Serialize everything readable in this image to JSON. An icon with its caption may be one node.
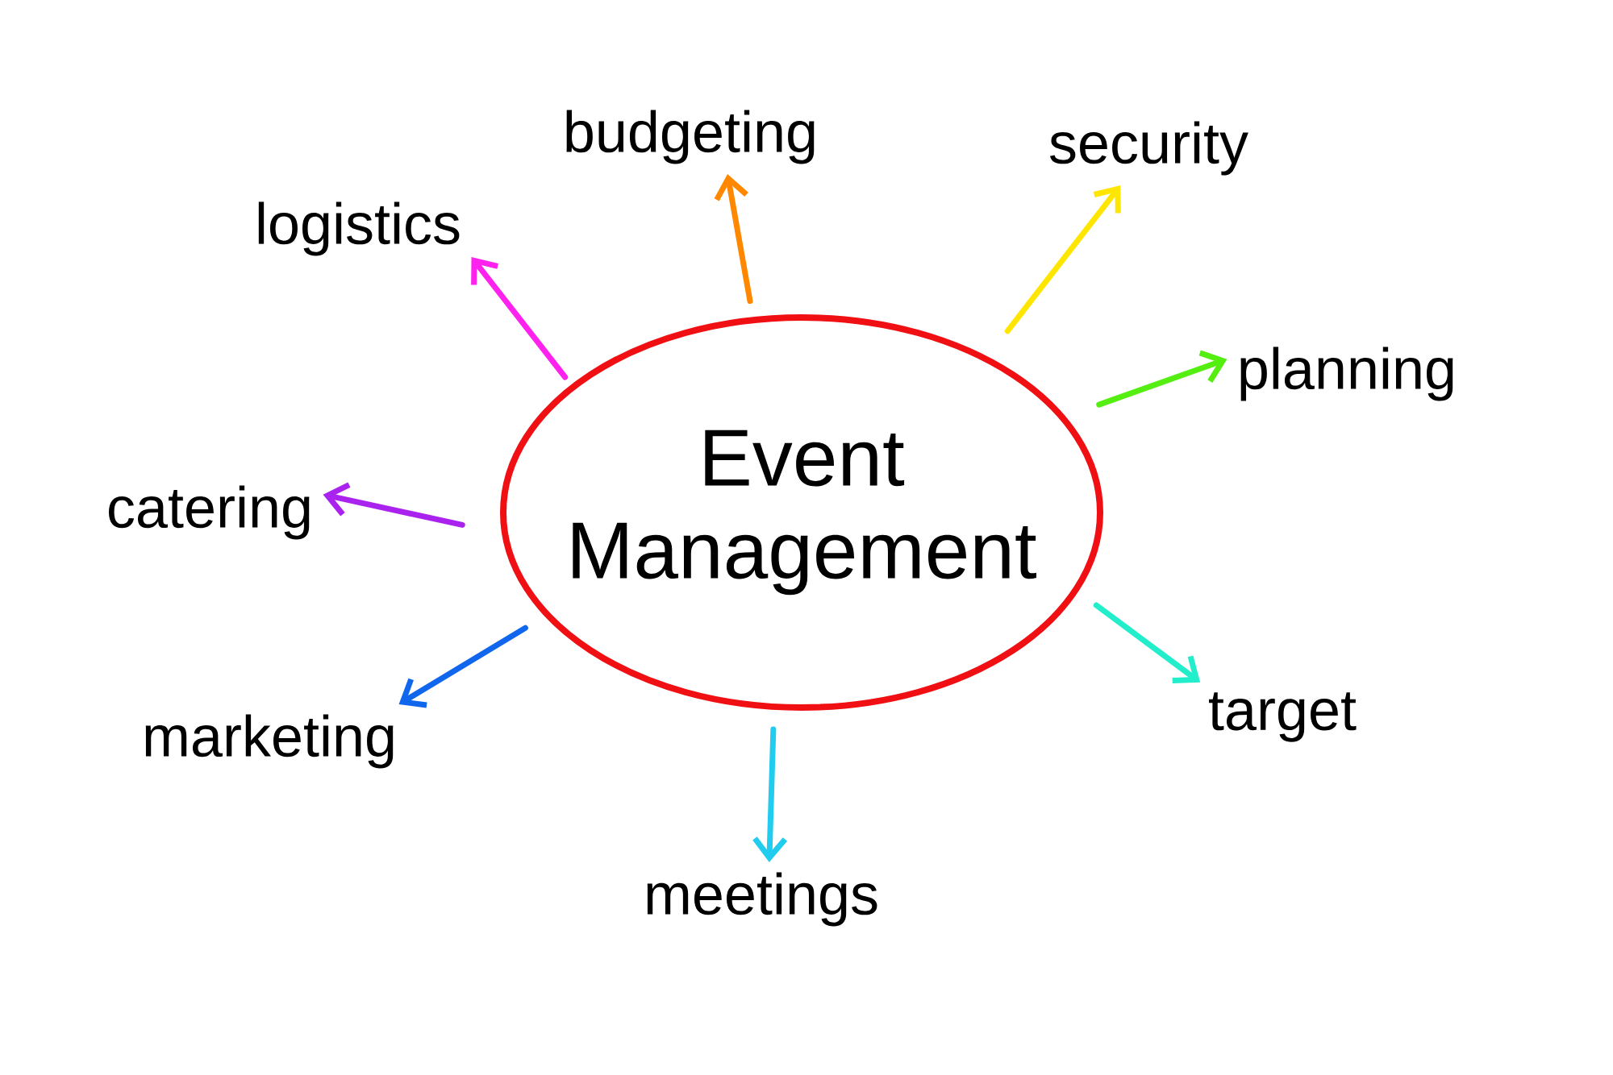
{
  "diagram": {
    "nodes": [
      {
        "text": [
          "Event Management"
        ]
      },
      {
        "text": [
          "logistics"
        ]
      },
      {
        "text": [
          "budgeting"
        ]
      },
      {
        "text": [
          "security"
        ]
      },
      {
        "text": [
          "planning"
        ]
      },
      {
        "text": [
          "target"
        ]
      },
      {
        "text": [
          "meetings"
        ]
      },
      {
        "text": [
          "marketing"
        ]
      },
      {
        "text": [
          "catering"
        ]
      }
    ],
    "edges": [
      {
        "from": 0,
        "to": 1,
        "arrow": "to",
        "color": "#ff22ee"
      },
      {
        "from": 0,
        "to": 2,
        "arrow": "to",
        "color": "#ff8800"
      },
      {
        "from": 0,
        "to": 3,
        "arrow": "to",
        "color": "#ffe600"
      },
      {
        "from": 0,
        "to": 4,
        "arrow": "to",
        "color": "#55ee11"
      },
      {
        "from": 0,
        "to": 5,
        "arrow": "to",
        "color": "#22eecc"
      },
      {
        "from": 0,
        "to": 6,
        "arrow": "to",
        "color": "#22ccee"
      },
      {
        "from": 0,
        "to": 7,
        "arrow": "to",
        "color": "#1166ee"
      },
      {
        "from": 0,
        "to": 8,
        "arrow": "to",
        "color": "#aa22ee"
      }
    ]
  }
}
